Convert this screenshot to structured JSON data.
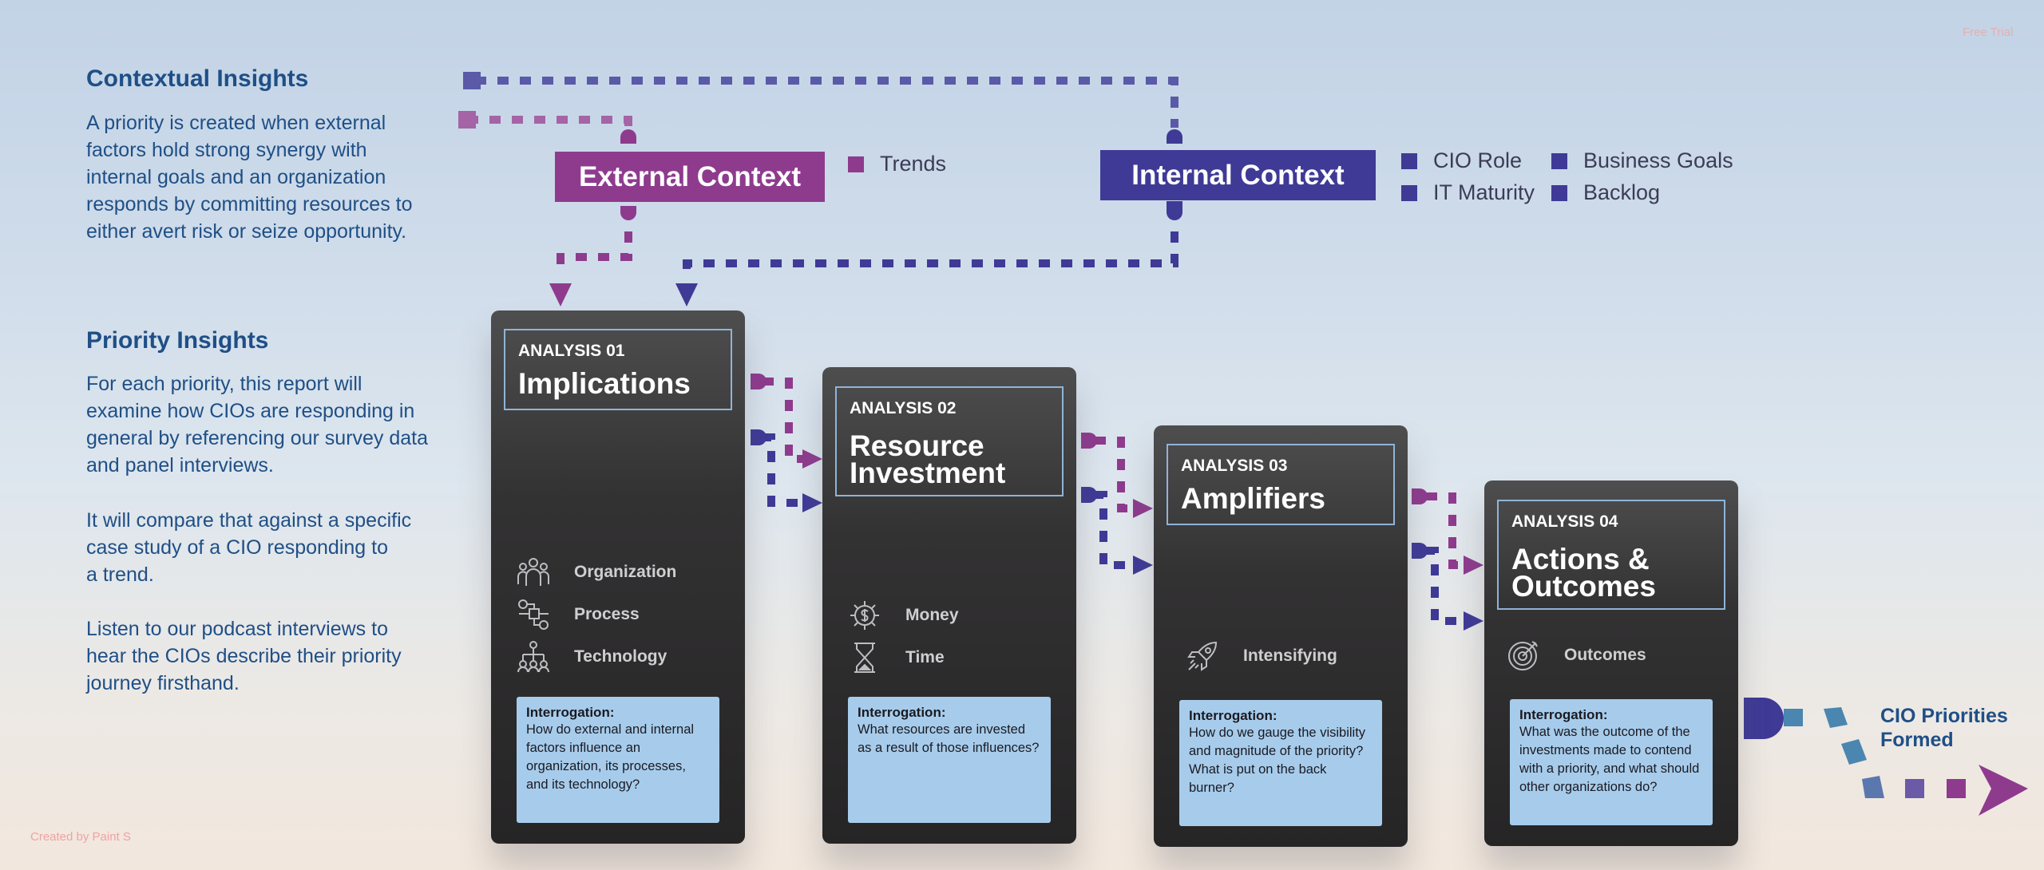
{
  "watermarks": {
    "top_right": "Free Trial",
    "bottom_left": "Created by Paint S"
  },
  "contextual": {
    "heading": "Contextual Insights",
    "body": "A priority is created when external\nfactors hold strong synergy with\ninternal goals and an organization\nresponds by committing resources to\neither avert risk or seize opportunity."
  },
  "priority": {
    "heading": "Priority Insights",
    "paragraphs": [
      "For each priority, this report will\nexamine how CIOs are responding in\ngeneral by referencing our survey data\nand panel interviews.",
      "It will compare that against a specific\ncase study of a CIO responding to\na trend.",
      "Listen to our podcast interviews to\nhear the CIOs describe their priority\njourney firsthand."
    ]
  },
  "external_context": {
    "label": "External Context",
    "color": "#8e3b8e",
    "legend": [
      "Trends"
    ]
  },
  "internal_context": {
    "label": "Internal Context",
    "color": "#3f3a96",
    "legend": [
      "CIO Role",
      "IT Maturity",
      "Business Goals",
      "Backlog"
    ]
  },
  "colors": {
    "purple": "#8e3b8e",
    "indigo": "#3f3a96",
    "teal": "#4a86b0"
  },
  "cards": [
    {
      "kicker": "ANALYSIS 01",
      "title": "Implications",
      "features": [
        {
          "label": "Organization",
          "icon": "organization-icon"
        },
        {
          "label": "Process",
          "icon": "process-icon"
        },
        {
          "label": "Technology",
          "icon": "technology-icon"
        }
      ],
      "interrogation_label": "Interrogation:",
      "interrogation": "How do external and internal factors influence an organization, its processes, and its technology?"
    },
    {
      "kicker": "ANALYSIS 02",
      "title": "Resource\nInvestment",
      "features": [
        {
          "label": "Money",
          "icon": "money-gear-icon"
        },
        {
          "label": "Time",
          "icon": "hourglass-icon"
        }
      ],
      "interrogation_label": "Interrogation:",
      "interrogation": "What resources are invested as a result of those influences?"
    },
    {
      "kicker": "ANALYSIS 03",
      "title": "Amplifiers",
      "features": [
        {
          "label": "Intensifying",
          "icon": "rocket-icon"
        }
      ],
      "interrogation_label": "Interrogation:",
      "interrogation": "How do we gauge the visibility and magnitude of the priority? What is put on the back burner?"
    },
    {
      "kicker": "ANALYSIS 04",
      "title": "Actions &\nOutcomes",
      "features": [
        {
          "label": "Outcomes",
          "icon": "target-icon"
        }
      ],
      "interrogation_label": "Interrogation:",
      "interrogation": "What was the outcome of the investments made to contend with a priority, and what should other organizations do?"
    }
  ],
  "final_label": "CIO Priorities\nFormed"
}
